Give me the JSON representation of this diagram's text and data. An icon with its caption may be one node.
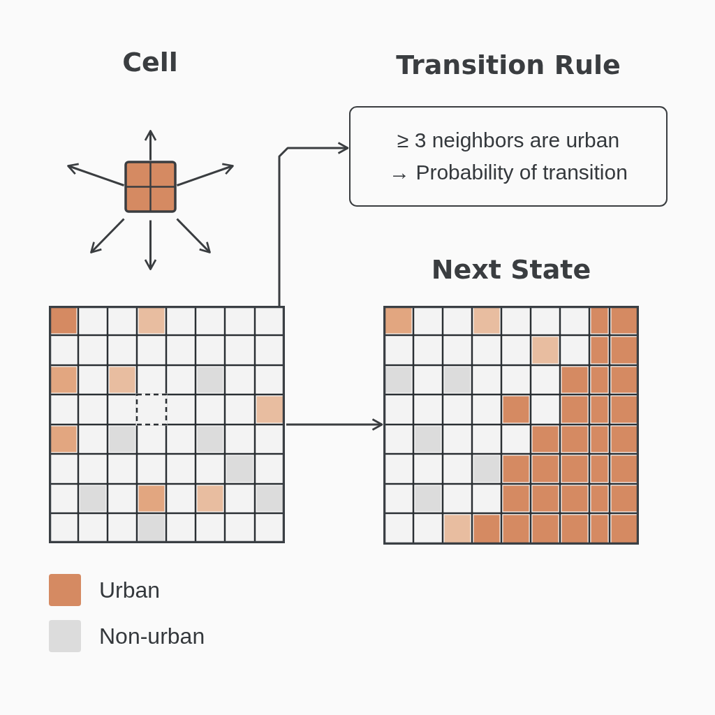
{
  "diagram": {
    "nodes": [
      {
        "text": [
          "Cell"
        ]
      },
      {
        "text": [
          "Transition Rule",
          "≥ 3 neighbors are urban",
          "→ Probability of transition"
        ]
      },
      {
        "text": [],
        "shape": "grid"
      },
      {
        "text": [
          "Next State"
        ]
      }
    ],
    "edges": [
      {
        "from": 0,
        "to": null,
        "arrow": "to"
      },
      {
        "from": 0,
        "to": null,
        "arrow": "to"
      },
      {
        "from": 0,
        "to": null,
        "arrow": "to"
      },
      {
        "from": 0,
        "to": null,
        "arrow": "to"
      },
      {
        "from": 0,
        "to": null,
        "arrow": "to"
      },
      {
        "from": 0,
        "to": null,
        "arrow": "to"
      },
      {
        "from": 2,
        "to": 1,
        "arrow": "to"
      },
      {
        "from": 2,
        "to": 3,
        "arrow": "to"
      }
    ],
    "legend": [
      {
        "text": "Urban",
        "color": "#d58a62"
      },
      {
        "text": "Non-urban",
        "color": "#dcdcdc"
      }
    ]
  }
}
